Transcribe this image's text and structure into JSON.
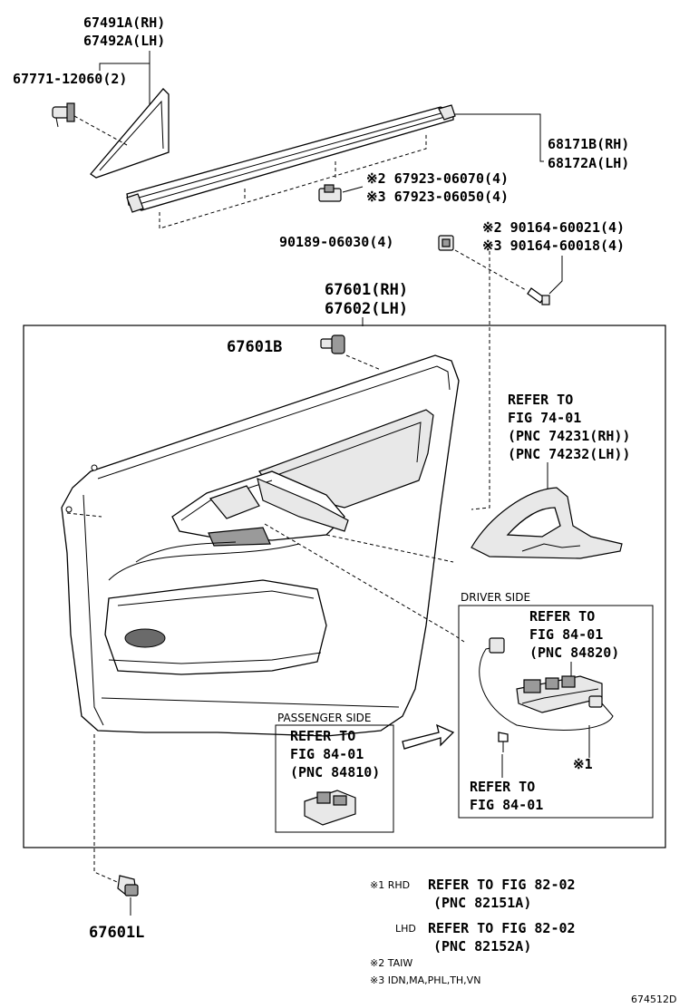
{
  "parts": {
    "molding_rh": "67491A(RH)",
    "molding_lh": "67492A(LH)",
    "clip_molding": "67771-12060(2)",
    "weatherstrip_rh": "68171B(RH)",
    "weatherstrip_lh": "68172A(LH)",
    "clip_ws_2": "※2 67923-06070(4)",
    "clip_ws_3": "※3 67923-06050(4)",
    "nut": "90189-06030(4)",
    "screw_2": "※2 90164-60021(4)",
    "screw_3": "※3 90164-60018(4)",
    "panel_rh": "67601(RH)",
    "panel_lh": "67602(LH)",
    "clip_b": "67601B",
    "clip_l": "67601L"
  },
  "refer_armrest": {
    "line1": "REFER TO",
    "line2": "FIG 74-01",
    "line3": "(PNC 74231(RH))",
    "line4": "(PNC 74232(LH))"
  },
  "driver_side": {
    "label": "DRIVER SIDE",
    "ref_line1": "REFER TO",
    "ref_line2": "FIG 84-01",
    "ref_line3": "(PNC 84820)",
    "ref2_line1": "REFER TO",
    "ref2_line2": "FIG 84-01",
    "note_mark": "※1"
  },
  "passenger_side": {
    "label": "PASSENGER SIDE",
    "ref_line1": "REFER TO",
    "ref_line2": "FIG 84-01",
    "ref_line3": "(PNC 84810)"
  },
  "notes": {
    "n1_mark": "※1 RHD",
    "n1_text": "REFER TO FIG 82-02",
    "n1_pnc": "(PNC 82151A)",
    "n1b_mark": "LHD",
    "n1b_text": "REFER TO FIG 82-02",
    "n1b_pnc": "(PNC 82152A)",
    "n2": "※2 TAIW",
    "n3": "※3 IDN,MA,PHL,TH,VN"
  },
  "figure_id": "674512D"
}
